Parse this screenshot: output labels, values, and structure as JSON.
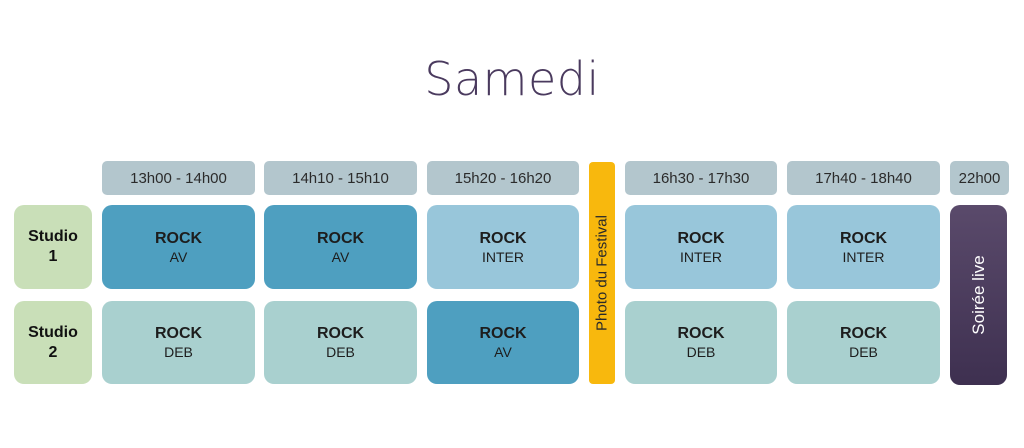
{
  "title": "Samedi",
  "times": [
    "13h00 - 14h00",
    "14h10 - 15h10",
    "15h20 - 16h20",
    "16h30 - 17h30",
    "17h40 - 18h40",
    "22h00"
  ],
  "studios": [
    {
      "line1": "Studio",
      "line2": "1"
    },
    {
      "line1": "Studio",
      "line2": "2"
    }
  ],
  "rows": [
    [
      {
        "genre": "ROCK",
        "level": "AV"
      },
      {
        "genre": "ROCK",
        "level": "AV"
      },
      {
        "genre": "ROCK",
        "level": "INTER"
      },
      {
        "genre": "ROCK",
        "level": "INTER"
      },
      {
        "genre": "ROCK",
        "level": "INTER"
      }
    ],
    [
      {
        "genre": "ROCK",
        "level": "DEB"
      },
      {
        "genre": "ROCK",
        "level": "DEB"
      },
      {
        "genre": "ROCK",
        "level": "AV"
      },
      {
        "genre": "ROCK",
        "level": "DEB"
      },
      {
        "genre": "ROCK",
        "level": "DEB"
      }
    ]
  ],
  "break_label": "Photo du Festival",
  "evening_label": "Soirée live",
  "colors": {
    "av": "#4e9fc0",
    "inter": "#98c6da",
    "deb": "#a9d0cf",
    "studio": "#c9dfb8",
    "time_header": "#b3c6cd",
    "break": "#f8b80d",
    "evening": "#4a3a5e"
  }
}
